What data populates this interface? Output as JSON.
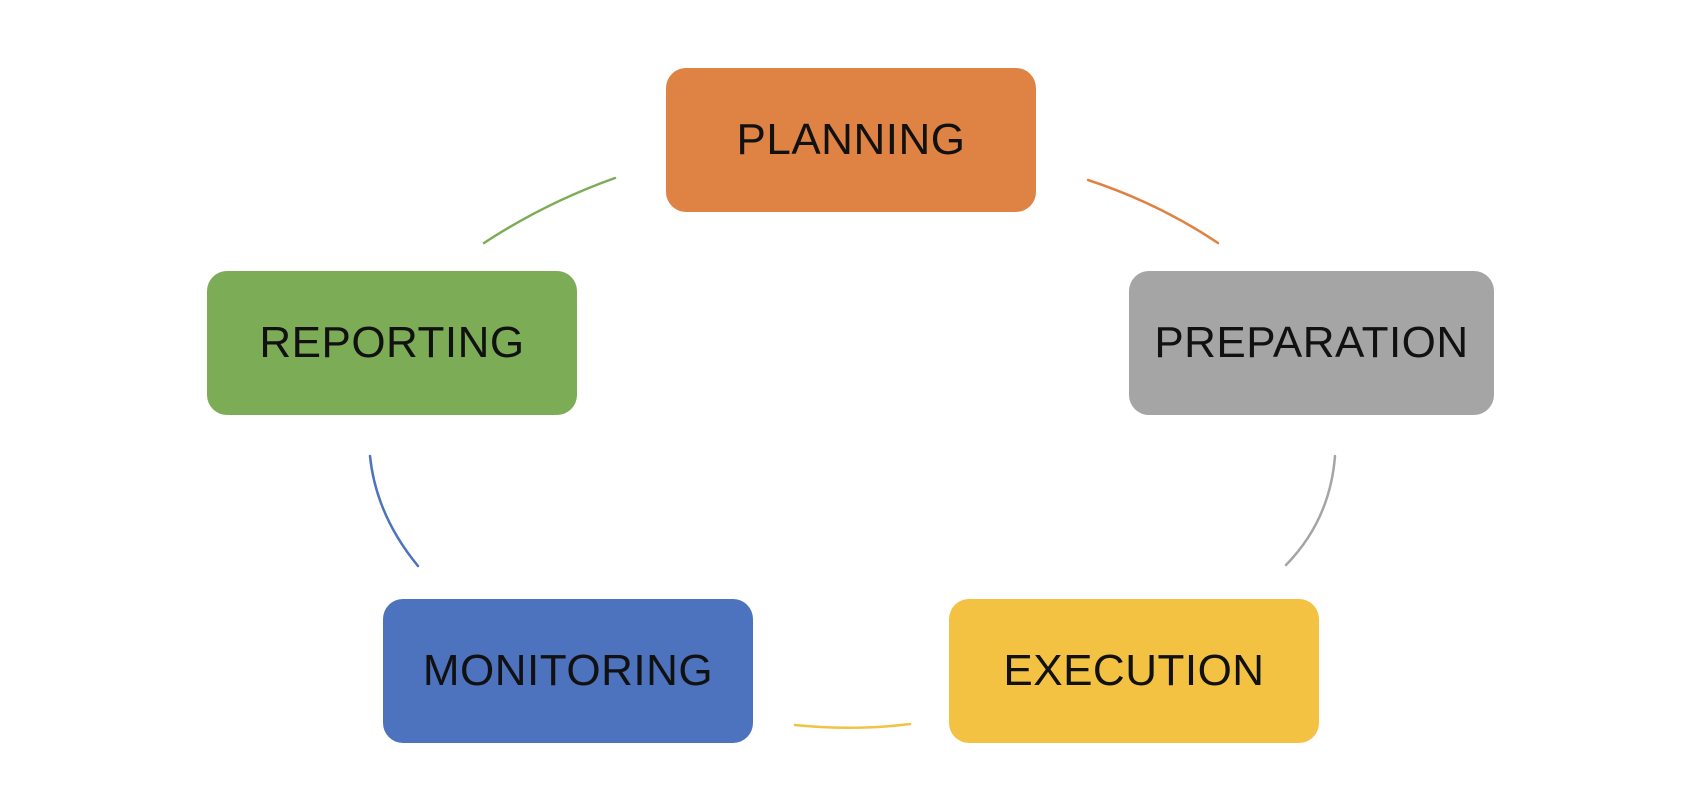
{
  "diagram": {
    "stages": [
      {
        "label": "PLANNING",
        "color": "#DF8344"
      },
      {
        "label": "PREPARATION",
        "color": "#A5A5A5"
      },
      {
        "label": "EXECUTION",
        "color": "#F3C242"
      },
      {
        "label": "MONITORING",
        "color": "#4D72BE"
      },
      {
        "label": "REPORTING",
        "color": "#7DAC57"
      }
    ],
    "connectors": [
      {
        "from": "PLANNING",
        "to": "PREPARATION",
        "color": "#DF8344"
      },
      {
        "from": "PREPARATION",
        "to": "EXECUTION",
        "color": "#A5A5A5"
      },
      {
        "from": "EXECUTION",
        "to": "MONITORING",
        "color": "#F3C242"
      },
      {
        "from": "MONITORING",
        "to": "REPORTING",
        "color": "#4D72BE"
      },
      {
        "from": "REPORTING",
        "to": "PLANNING",
        "color": "#7DAC57"
      }
    ]
  }
}
